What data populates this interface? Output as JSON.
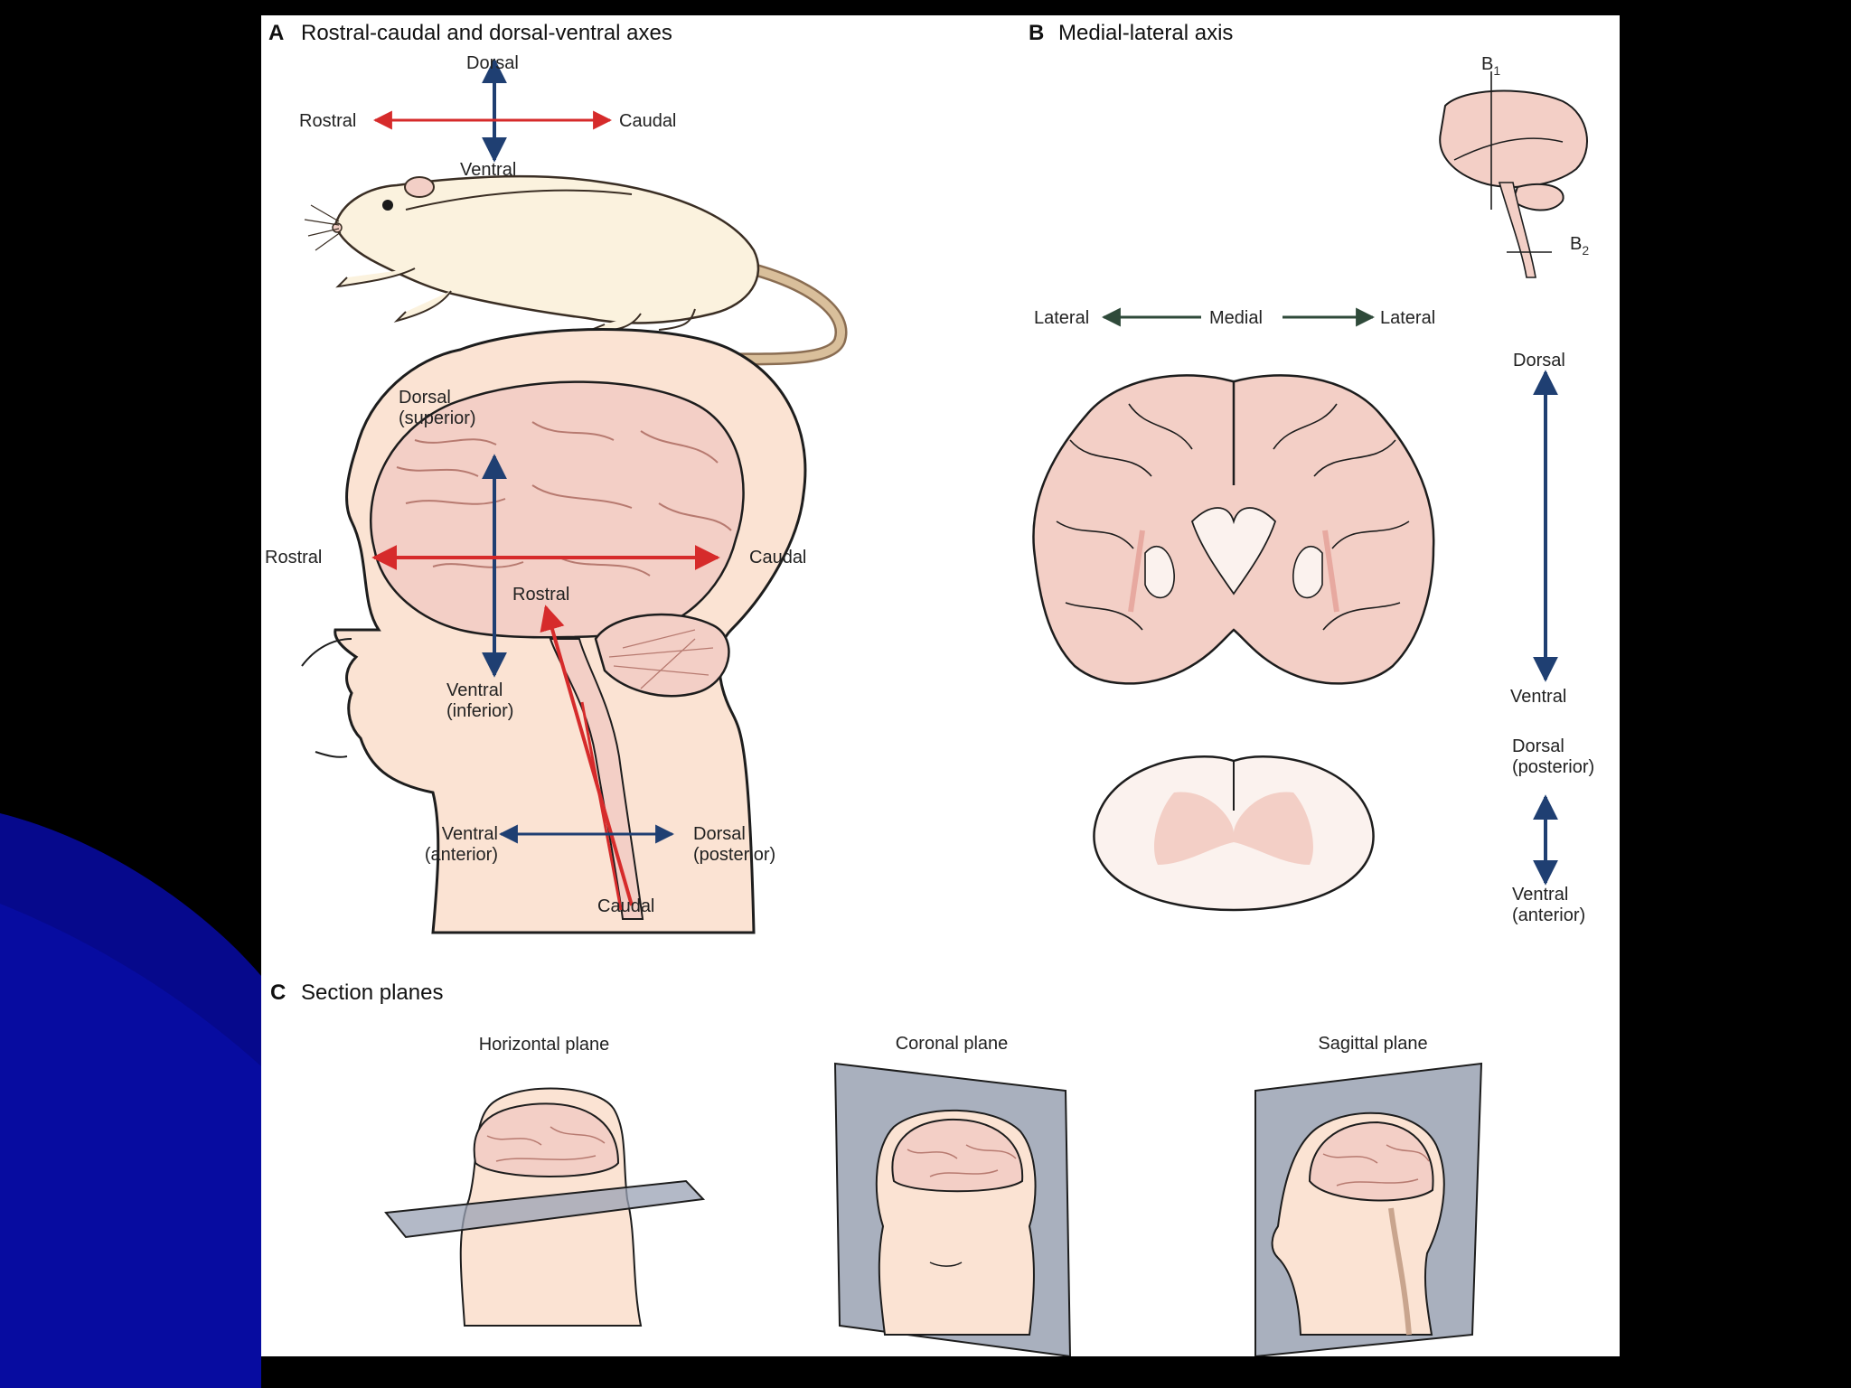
{
  "colors": {
    "page_bg": "#000000",
    "figure_bg": "#ffffff",
    "accent_blue": "#06098c",
    "arrow_red": "#d62b2b",
    "arrow_navy": "#1f3f72",
    "arrow_green": "#2f4a3a",
    "tissue_pink": "#f3cfc6",
    "skin": "#fbe3d3",
    "fur": "#fbf2de"
  },
  "panel_a": {
    "letter": "A",
    "title": "Rostral-caudal and dorsal-ventral axes",
    "rat": {
      "dorsal": "Dorsal",
      "ventral": "Ventral",
      "rostral": "Rostral",
      "caudal": "Caudal"
    },
    "human": {
      "dorsal_line1": "Dorsal",
      "dorsal_line2": "(superior)",
      "rostral_left": "Rostral",
      "caudal_right": "Caudal",
      "rostral_inner": "Rostral",
      "ventral_line1": "Ventral",
      "ventral_line2": "(inferior)",
      "neck_ventral_line1": "Ventral",
      "neck_ventral_line2": "(anterior)",
      "neck_dorsal_line1": "Dorsal",
      "neck_dorsal_line2": "(posterior)",
      "caudal_bottom": "Caudal"
    }
  },
  "panel_b": {
    "letter": "B",
    "title": "Medial-lateral axis",
    "b1_base": "B",
    "b1_sub": "1",
    "b2_base": "B",
    "b2_sub": "2",
    "lateral_left": "Lateral",
    "medial": "Medial",
    "lateral_right": "Lateral",
    "brain_dorsal": "Dorsal",
    "brain_ventral": "Ventral",
    "cord_dorsal_line1": "Dorsal",
    "cord_dorsal_line2": "(posterior)",
    "cord_ventral_line1": "Ventral",
    "cord_ventral_line2": "(anterior)"
  },
  "panel_c": {
    "letter": "C",
    "title": "Section planes",
    "horizontal": "Horizontal plane",
    "coronal": "Coronal plane",
    "sagittal": "Sagittal plane"
  }
}
